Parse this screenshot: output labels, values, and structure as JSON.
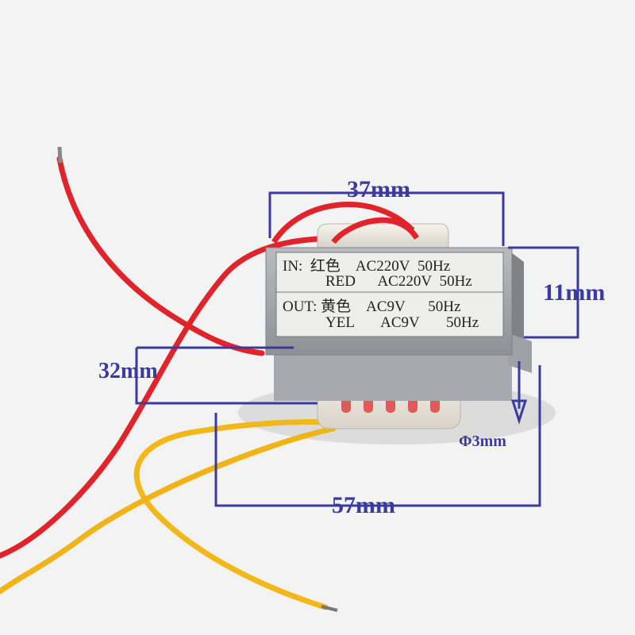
{
  "label": {
    "in_prefix": "IN:",
    "in_color_cn": "红色",
    "in_voltage": "AC220V",
    "in_freq": "50Hz",
    "in_color_en": "RED",
    "in_voltage_2": "AC220V",
    "in_freq_2": "50Hz",
    "out_prefix": "OUT:",
    "out_color_cn": "黄色",
    "out_voltage": "AC9V",
    "out_freq": "50Hz",
    "out_color_en": "YEL",
    "out_voltage_2": "AC9V",
    "out_freq_2": "50Hz"
  },
  "dimensions": {
    "width": "37mm",
    "height": "11mm",
    "depth": "32mm",
    "mount_span": "57mm",
    "hole": "Φ3mm"
  },
  "colors": {
    "annotation": "#3a3aa0",
    "red_wire": "#e0242c",
    "yellow_wire": "#f2b81a"
  }
}
